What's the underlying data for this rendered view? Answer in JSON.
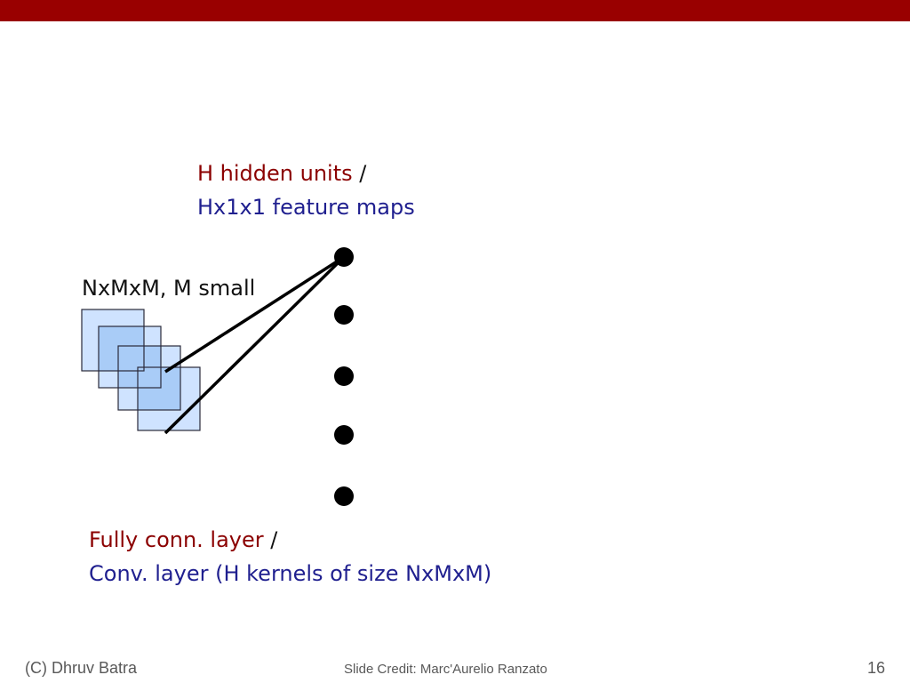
{
  "colors": {
    "top_bar": "#990000",
    "accent_red": "#8b0000",
    "accent_blue": "#1f1f8f",
    "footer_gray": "#595959",
    "map_fill": "#cfe3ff",
    "map_overlap": "#a9ccf7",
    "map_stroke": "#2a2a3a",
    "neuron": "#000000"
  },
  "hidden_units_label": {
    "text": "H hidden units",
    "separator": " /"
  },
  "feature_maps_label": {
    "text": "Hx1x1 feature maps"
  },
  "input_size_label": {
    "text": "NxMxM, M small"
  },
  "fc_layer_label": {
    "text": "Fully conn. layer",
    "separator": " /"
  },
  "conv_layer_label": {
    "text": "Conv. layer (H kernels of size NxMxM)"
  },
  "footer": {
    "author": "(C) Dhruv Batra",
    "credit": "Slide Credit: Marc'Aurelio Ranzato",
    "page_number": "16"
  }
}
